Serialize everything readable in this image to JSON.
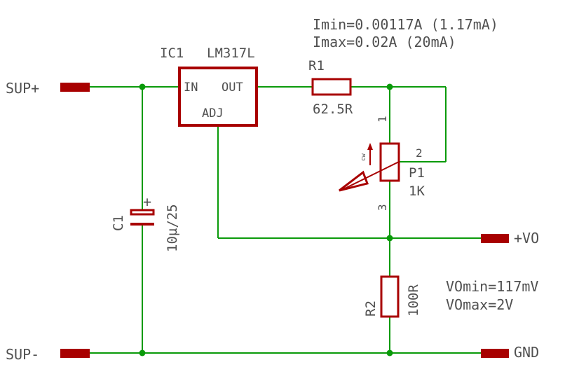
{
  "colors": {
    "wire": "#0a9a0a",
    "component": "#a80000",
    "text": "#505050"
  },
  "notes": {
    "imin": "Imin=0.00117A (1.17mA)",
    "imax": "Imax=0.02A (20mA)",
    "vomin": "VOmin=117mV",
    "vomax": "VOmax=2V"
  },
  "ic1": {
    "name": "IC1",
    "value": "LM317L",
    "pin_in": "IN",
    "pin_out": "OUT",
    "pin_adj": "ADJ"
  },
  "r1": {
    "name": "R1",
    "value": "62.5R"
  },
  "r2": {
    "name": "R2",
    "value": "100R"
  },
  "p1": {
    "name": "P1",
    "value": "1K",
    "pin1": "1",
    "pin2": "2",
    "pin3": "3",
    "cw": "cw"
  },
  "c1": {
    "name": "C1",
    "value": "10µ/25",
    "plus": "+"
  },
  "nets": {
    "sup_plus": "SUP+",
    "sup_minus": "SUP-",
    "vo_plus": "+VO",
    "gnd": "GND"
  }
}
